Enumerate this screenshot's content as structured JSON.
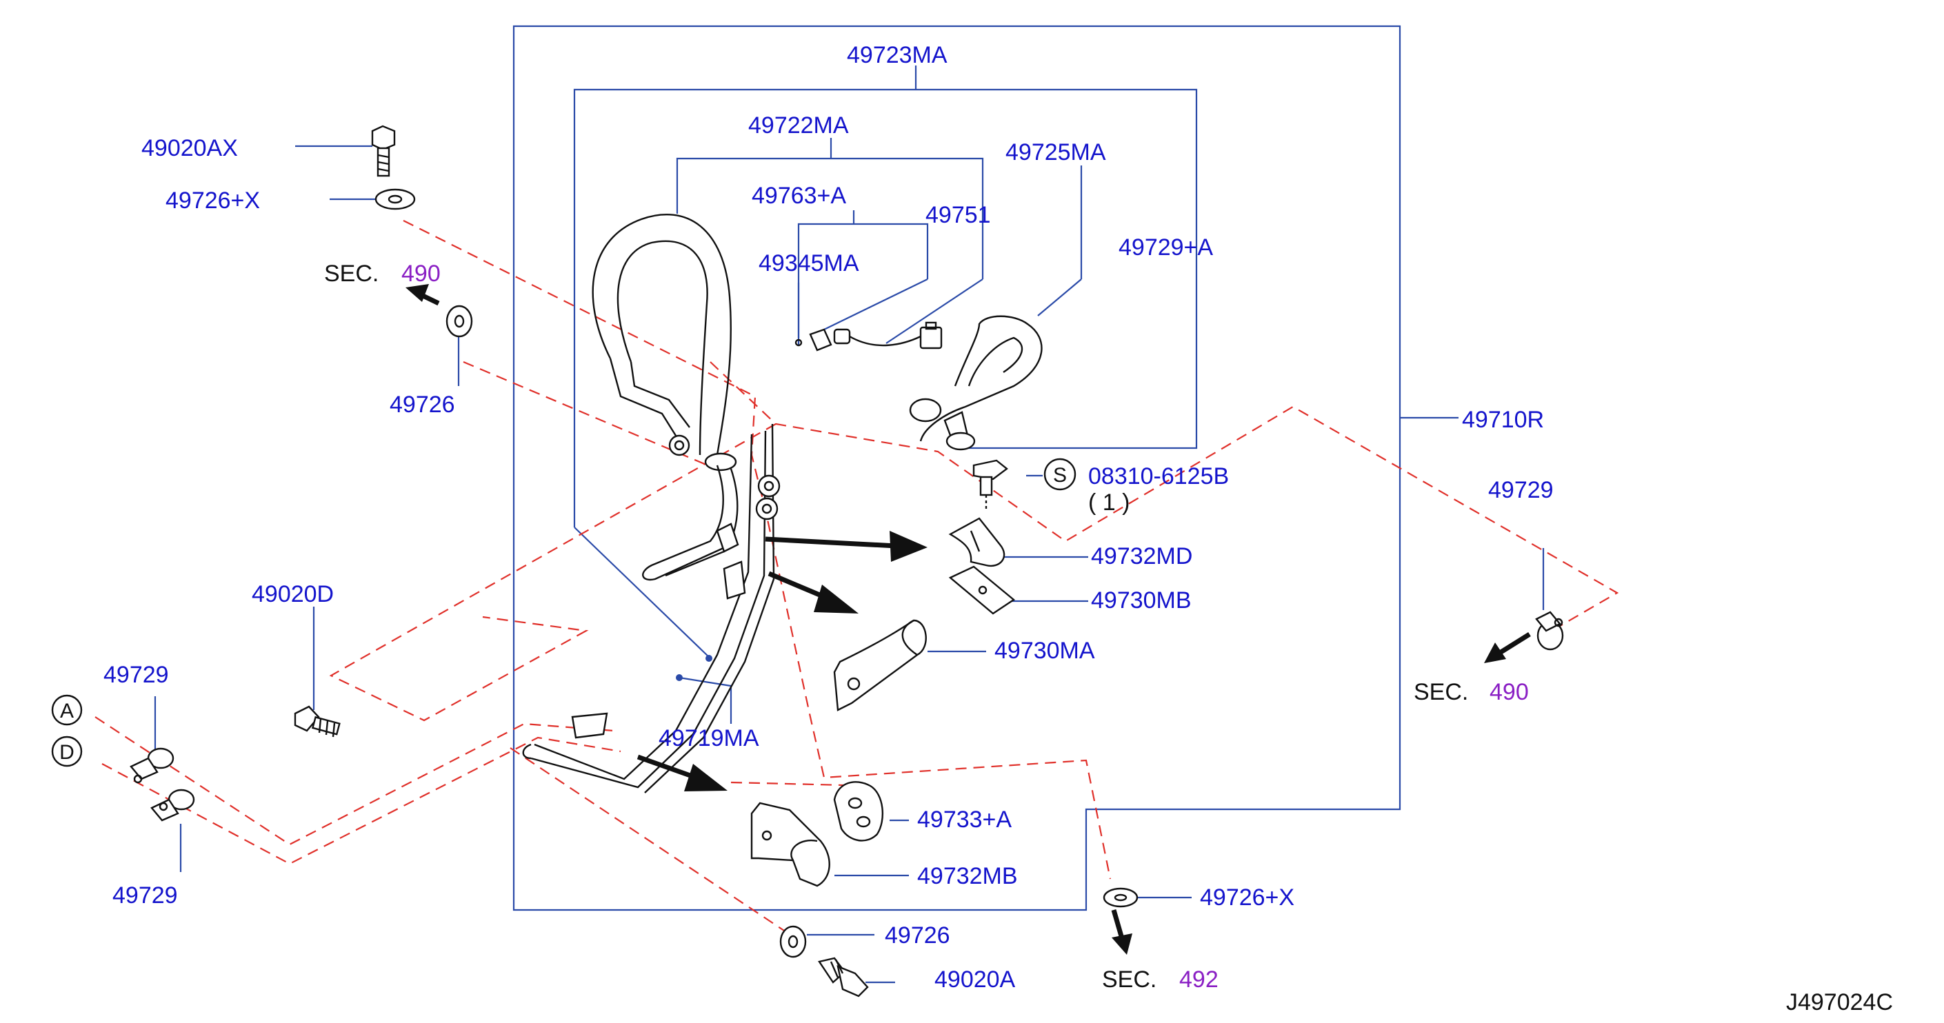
{
  "diagram": {
    "code": "J497024C",
    "callouts": {
      "p49723MA": "49723MA",
      "p49722MA": "49722MA",
      "p49725MA": "49725MA",
      "p49763A": "49763+A",
      "p49751": "49751",
      "p49345MA": "49345MA",
      "p49729A": "49729+A",
      "p49020AX": "49020AX",
      "p49726X_top": "49726+X",
      "p49726_left": "49726",
      "p49710R": "49710R",
      "p49729_right": "49729",
      "p08310": "08310-6125B",
      "p08310_qty": "( 1 )",
      "p49732MD": "49732MD",
      "p49730MB": "49730MB",
      "p49730MA": "49730MA",
      "p49020D": "49020D",
      "p49719MA": "49719MA",
      "p49729_left_top": "49729",
      "p49729_left_bottom": "49729",
      "p49733A": "49733+A",
      "p49732MB": "49732MB",
      "p49726X_bottom": "49726+X",
      "p49726_bottom": "49726",
      "p49020A": "49020A"
    },
    "sections": {
      "left_word": "SEC.",
      "left_num": "490",
      "right_word": "SEC.",
      "right_num": "490",
      "bottom_word": "SEC.",
      "bottom_num": "492"
    },
    "markers": {
      "a": "A",
      "d": "D",
      "s": "S"
    }
  }
}
